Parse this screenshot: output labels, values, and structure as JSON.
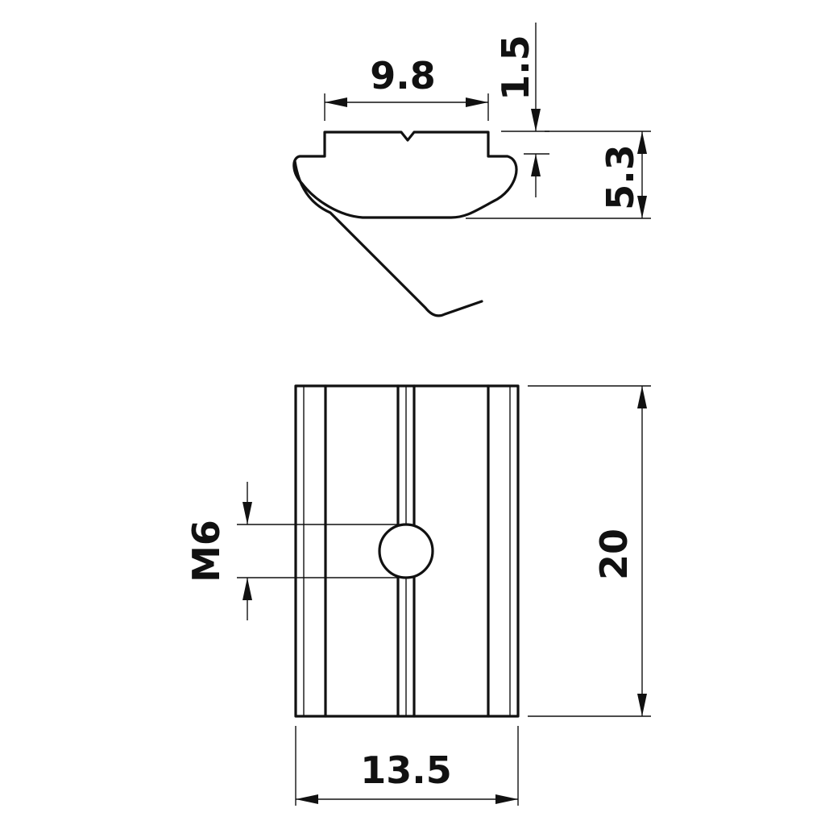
{
  "drawing": {
    "line_color": "#111111",
    "background": "#ffffff"
  },
  "dimensions": {
    "top_width": "9.8",
    "top_step": "1.5",
    "top_height": "5.3",
    "thread": "M6",
    "length": "20",
    "width": "13.5"
  }
}
